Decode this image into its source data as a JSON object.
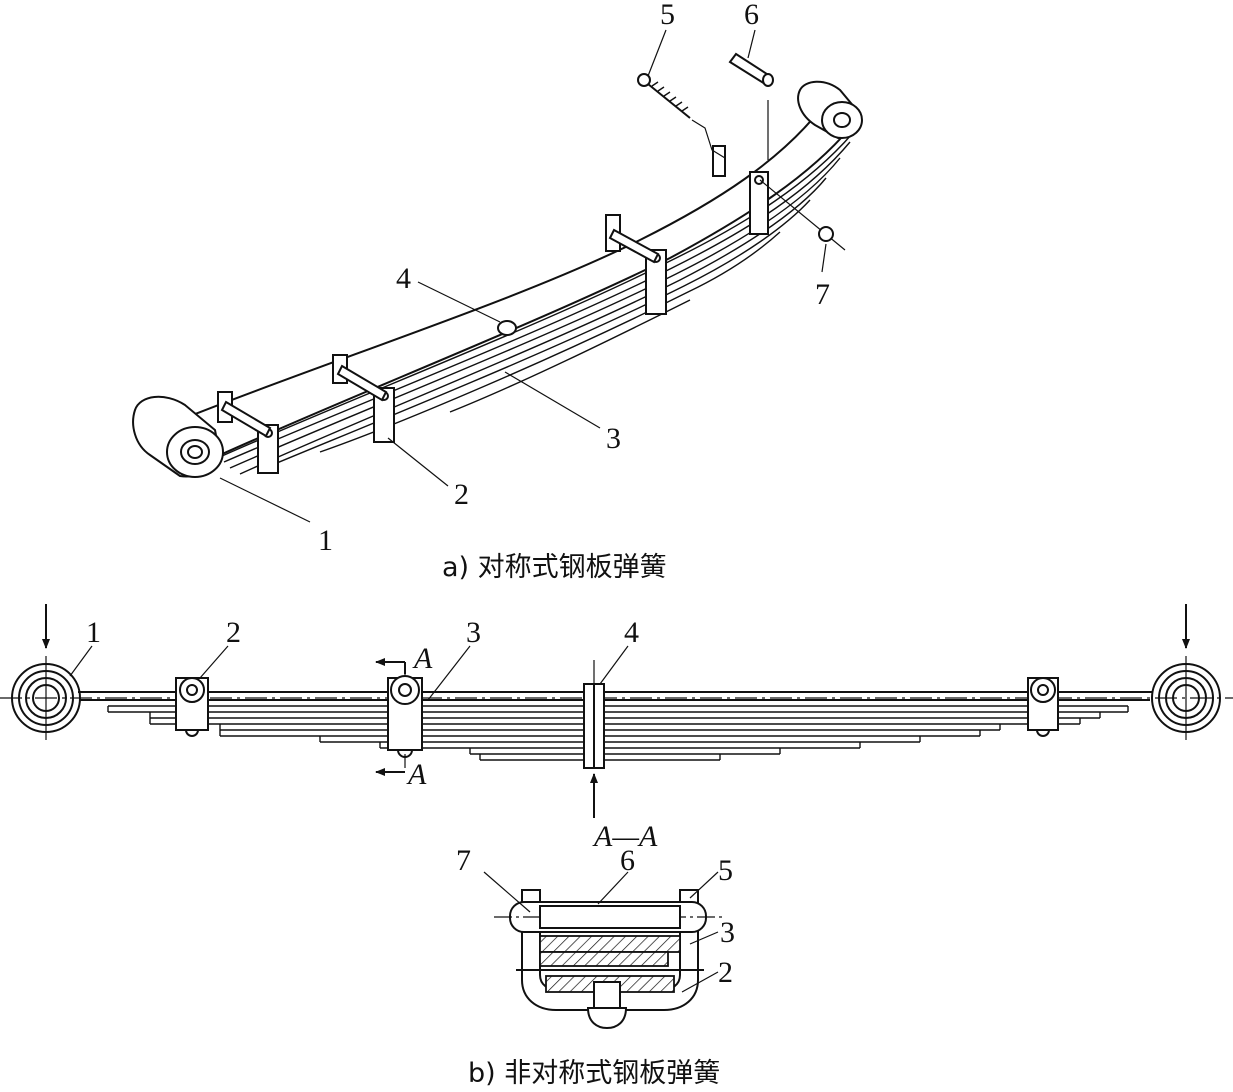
{
  "part_a": {
    "caption": "a) 对称式钢板弹簧",
    "labels": [
      "1",
      "2",
      "3",
      "4",
      "5",
      "6",
      "7"
    ]
  },
  "part_b": {
    "caption": "b) 非对称式钢板弹簧",
    "labels": [
      "1",
      "2",
      "3",
      "4"
    ],
    "section_mark": "A",
    "section_title": "A—A",
    "section_labels": [
      "7",
      "6",
      "5",
      "3",
      "2"
    ]
  }
}
